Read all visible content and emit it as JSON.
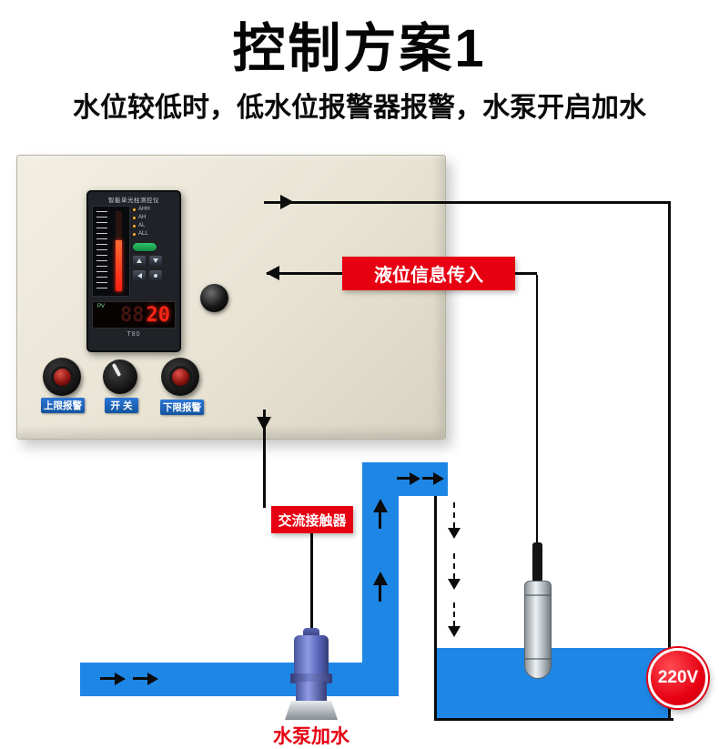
{
  "header": {
    "title": "控制方案1",
    "subtitle": "水位较低时，低水位报警器报警，水泵开启加水"
  },
  "control_box": {
    "instrument": {
      "name": "智能单光柱测控仪",
      "indicator_labels": [
        "AHH",
        "AH",
        "AL",
        "ALL"
      ],
      "pv_label": "PV",
      "display_dim_digits": "88",
      "display_digits": "20",
      "model": "T80"
    },
    "button_labels": [
      "上限报警",
      "开 关",
      "下限报警"
    ]
  },
  "annotations": {
    "level_signal": "液位信息传入",
    "contactor": "交流接触器",
    "pump_caption": "水泵加水",
    "voltage": "220V"
  },
  "colors": {
    "accent_red": "#e60012",
    "pipe_blue": "#1e87e6",
    "cabinet_beige": "#e9e5d6",
    "display_red": "#ff2517"
  }
}
